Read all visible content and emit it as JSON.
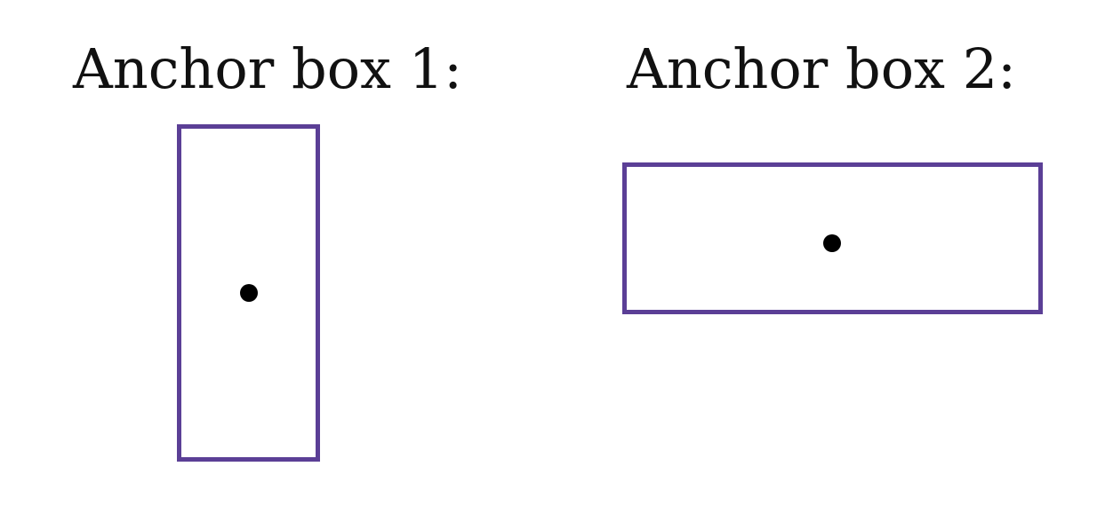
{
  "anchor_boxes": [
    {
      "label": "Anchor box 1:",
      "shape": "tall"
    },
    {
      "label": "Anchor box 2:",
      "shape": "wide"
    }
  ],
  "colors": {
    "box_outline": "#5b3f96",
    "center_dot": "#000000",
    "text": "#111111",
    "background": "#ffffff"
  }
}
